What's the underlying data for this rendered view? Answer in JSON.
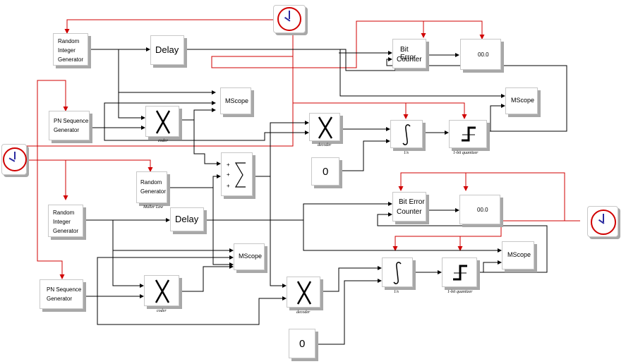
{
  "blocks": {
    "rig1": [
      "Random",
      "Integer",
      "Generator"
    ],
    "delay1": "Delay",
    "bec1": [
      "Bit Error",
      "Counter"
    ],
    "disp1": "00.0",
    "pn1": [
      "PN Sequence",
      "Generator"
    ],
    "mscope_a": "MScope",
    "mscope_b": "MScope",
    "coder1_caption": "coder",
    "decoder1_caption": "decoder",
    "integ1_caption": "1/s",
    "quant1_caption": "1-bit quantizer",
    "const1": "0",
    "rg_noise": [
      "Random",
      "Generator"
    ],
    "rg_noise_caption": "Muller Law",
    "sum_signs": [
      "+",
      "+",
      "+"
    ],
    "rig2": [
      "Random",
      "Integer",
      "Generator"
    ],
    "delay2": "Delay",
    "bec2": [
      "Bit Error",
      "Counter"
    ],
    "disp2": "00.0",
    "mscope_c": "MScope",
    "mscope_d": "MScope",
    "pn2": [
      "PN Sequence",
      "Generator"
    ],
    "coder2_caption": "coder",
    "decoder2_caption": "decoder",
    "integ2_caption": "1/s",
    "quant2_caption": "1-bit quantizer",
    "const2": "0"
  },
  "colors": {
    "event_link": "#d00000",
    "data_link": "#000000",
    "clock_hand": "#2a2aa0"
  },
  "icons": [
    "clock-icon",
    "multiply-icon",
    "sum-icon",
    "integral-icon",
    "quantizer-icon"
  ]
}
